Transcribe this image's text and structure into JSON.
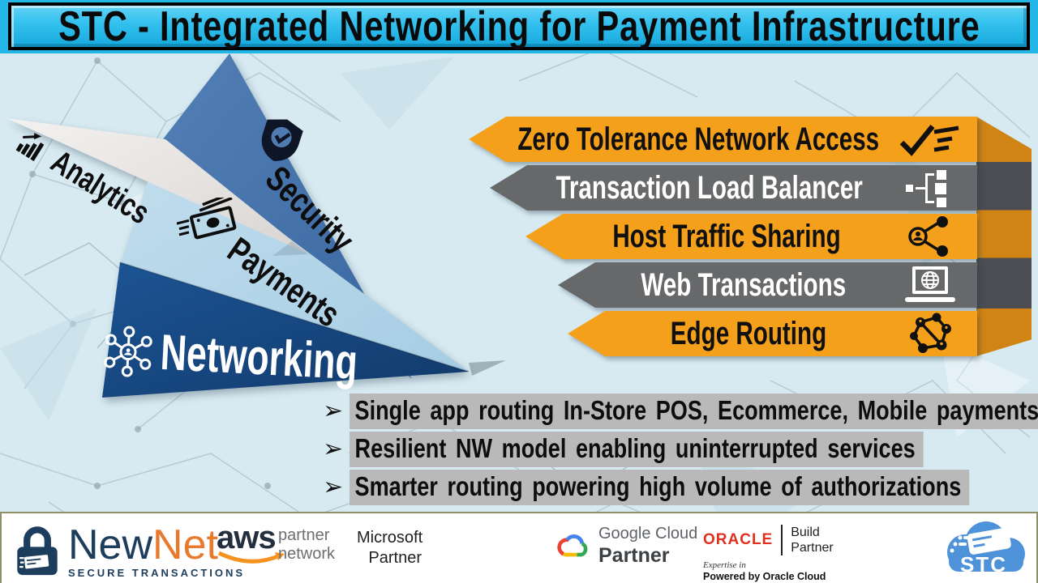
{
  "title": {
    "text": "STC - Integrated Networking for Payment Infrastructure"
  },
  "fan": {
    "analytics": {
      "label": "Analytics",
      "icon": "bar-chart-icon"
    },
    "security": {
      "label": "Security",
      "icon": "shield-check-icon"
    },
    "payments": {
      "label": "Payments",
      "icon": "flying-money-icon"
    },
    "networking": {
      "label": "Networking",
      "icon": "network-hub-icon"
    }
  },
  "banners": [
    {
      "label": "Zero Tolerance Network Access",
      "icon": "checklist-check-icon",
      "style": "orange"
    },
    {
      "label": "Transaction Load Balancer",
      "icon": "load-balancer-tree-icon",
      "style": "gray"
    },
    {
      "label": "Host Traffic Sharing",
      "icon": "user-share-icon",
      "style": "orange"
    },
    {
      "label": "Web Transactions",
      "icon": "laptop-globe-icon",
      "style": "gray"
    },
    {
      "label": "Edge Routing",
      "icon": "network-cluster-icon",
      "style": "orange"
    }
  ],
  "bullets": {
    "glyph": "➢",
    "items": [
      "Single app routing In-Store POS, Ecommerce, Mobile payments",
      "Resilient NW model enabling uninterrupted services",
      "Smarter routing powering high volume of authorizations"
    ]
  },
  "footer": {
    "newnet": {
      "part1": "New",
      "part2": "Net",
      "tagline": "SECURE TRANSACTIONS"
    },
    "aws": {
      "wordmark": "aws",
      "line1": "partner",
      "line2": "network"
    },
    "microsoft": {
      "line1": "Microsoft",
      "line2": "Partner"
    },
    "google": {
      "line1": "Google Cloud",
      "line2": "Partner"
    },
    "oracle": {
      "wordmark": "ORACLE",
      "line1": "Build",
      "line2": "Partner",
      "sub_italic": "Expertise in",
      "sub_bold": "Powered by Oracle Cloud"
    },
    "stc": {
      "label": "STC"
    }
  },
  "colors": {
    "background": "#D7EAF1",
    "title_cyan": "#2EBEEC",
    "banner_orange": "#F5A01B",
    "banner_gray": "#66686A",
    "banner_side_orange": "#D08414",
    "banner_side_gray": "#4B4D52",
    "fan_analytics_white": "#EDEBE9",
    "fan_security_blue": "#4A77AD",
    "fan_payments_blue": "#B7D9EA",
    "fan_networking_navy": "#174A80",
    "bullet_highlight": "#B9B9B9",
    "newnet_navy": "#1D3D5C",
    "newnet_orange": "#E87A30",
    "aws_dark": "#232F3E",
    "aws_orange": "#F6921E",
    "oracle_red": "#E0301E",
    "stc_blue": "#4E92D9"
  }
}
